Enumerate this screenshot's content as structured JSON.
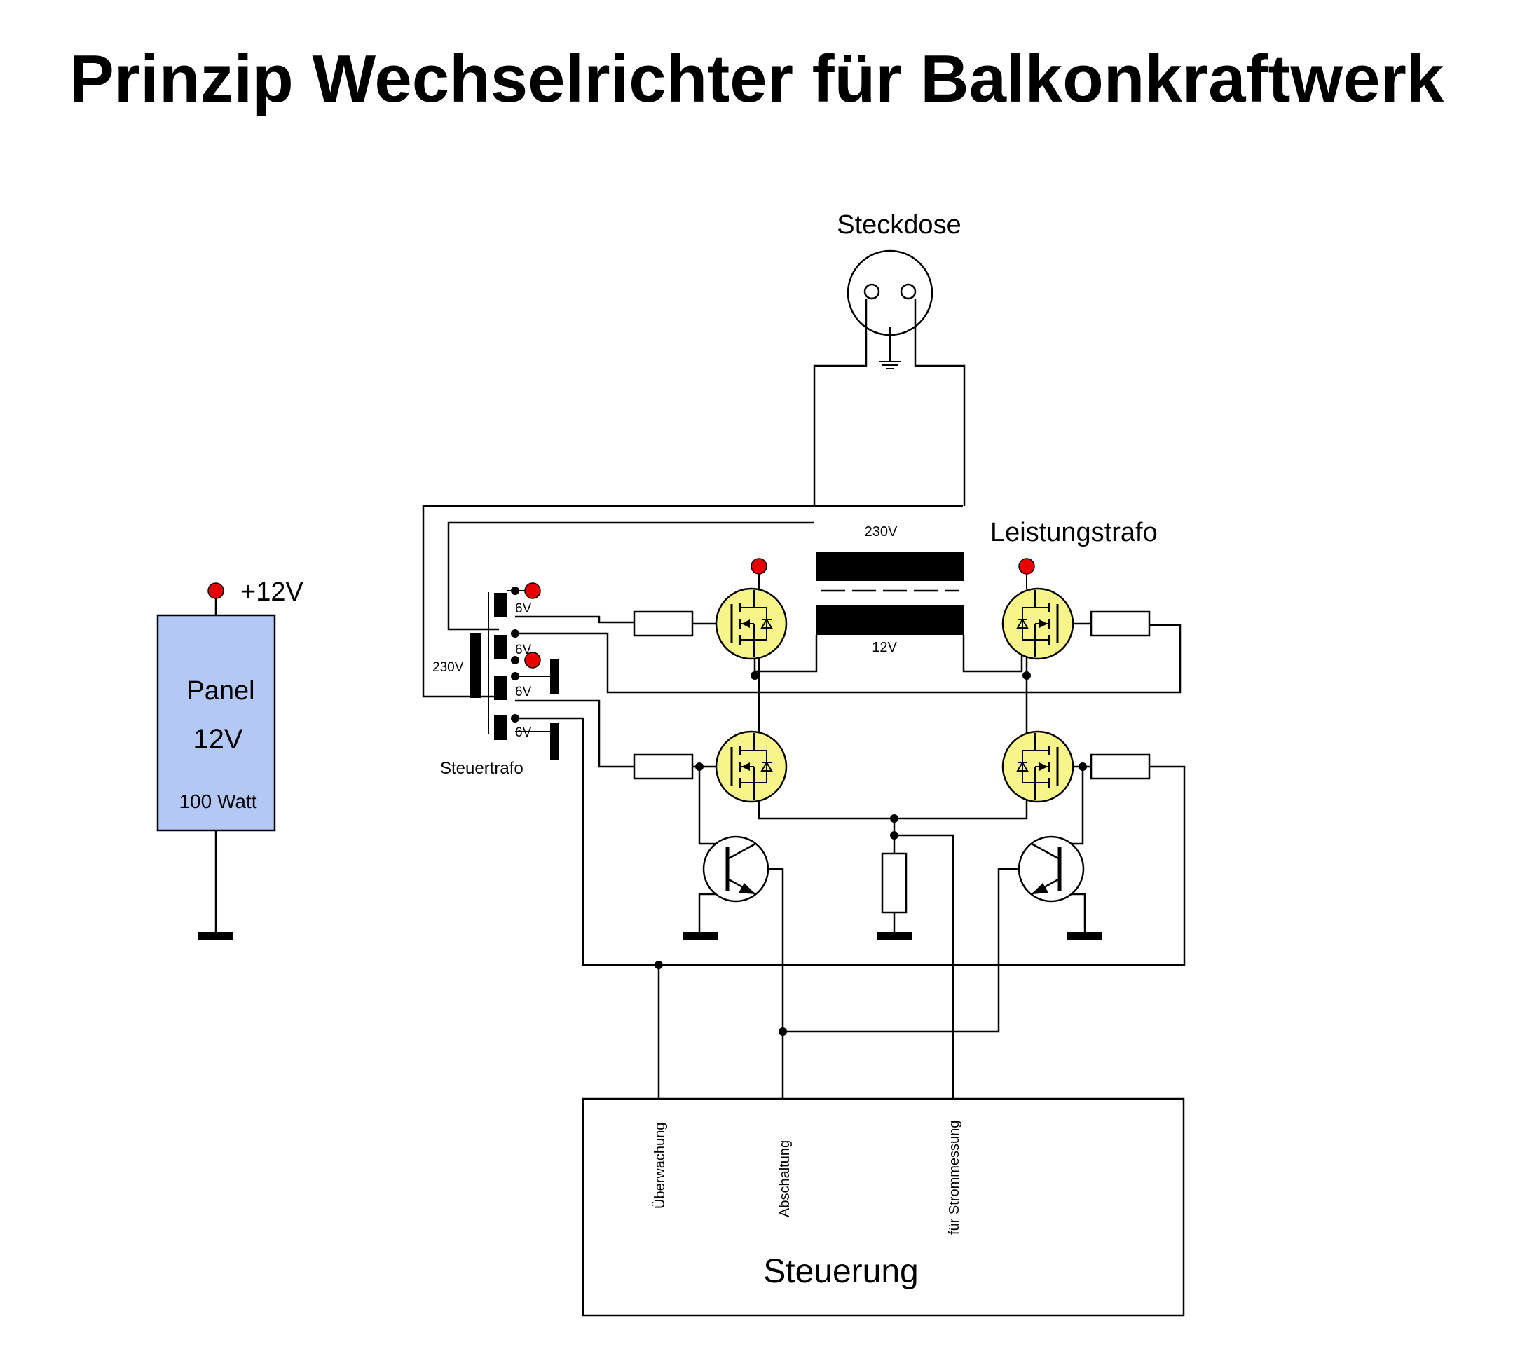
{
  "title": "Prinzip Wechselrichter für Balkonkraftwerk",
  "labels": {
    "outlet": "Steckdose",
    "power_transformer": "Leistungstrafo",
    "power_primary": "230V",
    "power_secondary": "12V",
    "supply": "+12V",
    "panel_name": "Panel",
    "panel_voltage": "12V",
    "panel_power": "100 Watt",
    "control_primary": "230V",
    "control_winding": "6V",
    "control_transformer": "Steuertrafo",
    "controller": "Steuerung",
    "signal_monitoring": "Überwachung",
    "signal_shutdown": "Abschaltung",
    "signal_current": "für Strommessung"
  },
  "colors": {
    "panel_fill": "#b4c8f5",
    "mosfet_fill": "#f7f58a",
    "terminal": "#e60000",
    "wire": "#000000"
  }
}
